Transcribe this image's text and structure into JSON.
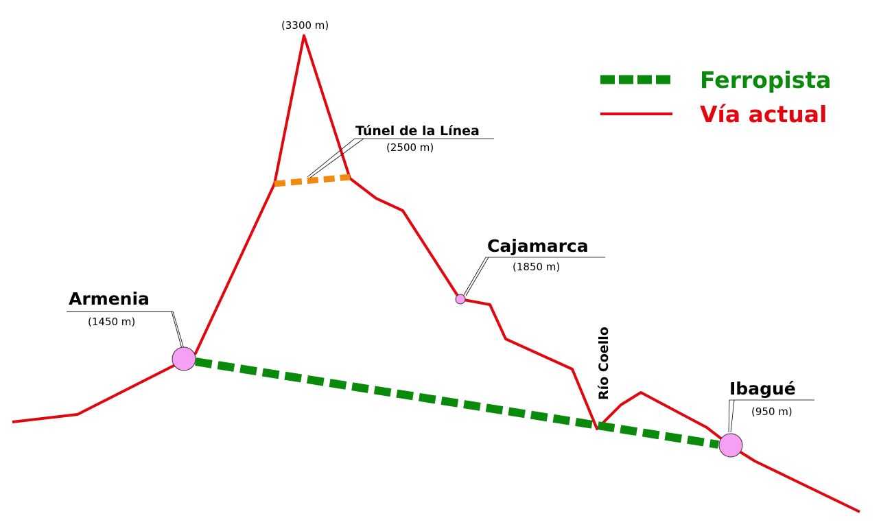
{
  "legend": {
    "ferropista": {
      "label": "Ferropista",
      "color": "#0a8a0a"
    },
    "via_actual": {
      "label": "Vía actual",
      "color": "#e0070e"
    }
  },
  "tunnel": {
    "label": "Túnel de la Línea",
    "altitude": "(2500 m)",
    "color": "#f08a10"
  },
  "peak": {
    "altitude": "(3300 m)"
  },
  "places": {
    "armenia": {
      "name": "Armenia",
      "altitude": "(1450 m)"
    },
    "cajamarca": {
      "name": "Cajamarca",
      "altitude": "(1850 m)"
    },
    "ibague": {
      "name": "Ibagué",
      "altitude": "(950 m)"
    },
    "rio_coello": {
      "name": "Río Coello"
    }
  },
  "colors": {
    "city_marker": "#f5a0f5"
  }
}
